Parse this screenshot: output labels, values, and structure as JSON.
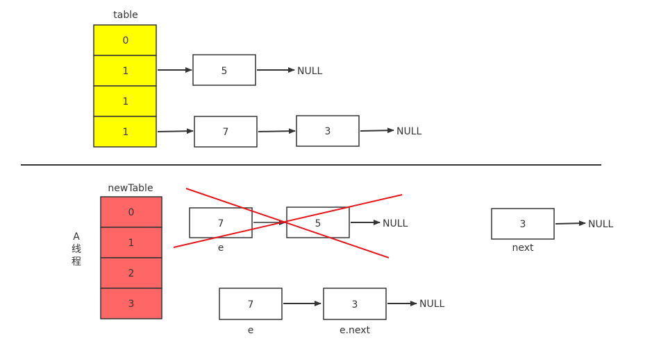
{
  "colors": {
    "table_fill": "#ffff00",
    "new_table_fill": "#ff6666",
    "strike": "#e8141a",
    "line": "#333333"
  },
  "top": {
    "table_label": "table",
    "cells": [
      "0",
      "1",
      "1",
      "1"
    ],
    "row1_nodes": [
      "5"
    ],
    "row1_null": "NULL",
    "row3_nodes": [
      "7",
      "3"
    ],
    "row3_null": "NULL"
  },
  "bottom": {
    "new_table_label": "newTable",
    "cells": [
      "0",
      "1",
      "2",
      "3"
    ],
    "thread_label": [
      "A",
      "线",
      "程"
    ],
    "crossed": {
      "node_a": "7",
      "node_a_label": "e",
      "node_b": "5",
      "null": "NULL"
    },
    "right": {
      "node": "3",
      "label": "next",
      "null": "NULL"
    },
    "lower": {
      "node_a": "7",
      "node_a_label": "e",
      "node_b": "3",
      "node_b_label": "e.next",
      "null": "NULL"
    }
  }
}
